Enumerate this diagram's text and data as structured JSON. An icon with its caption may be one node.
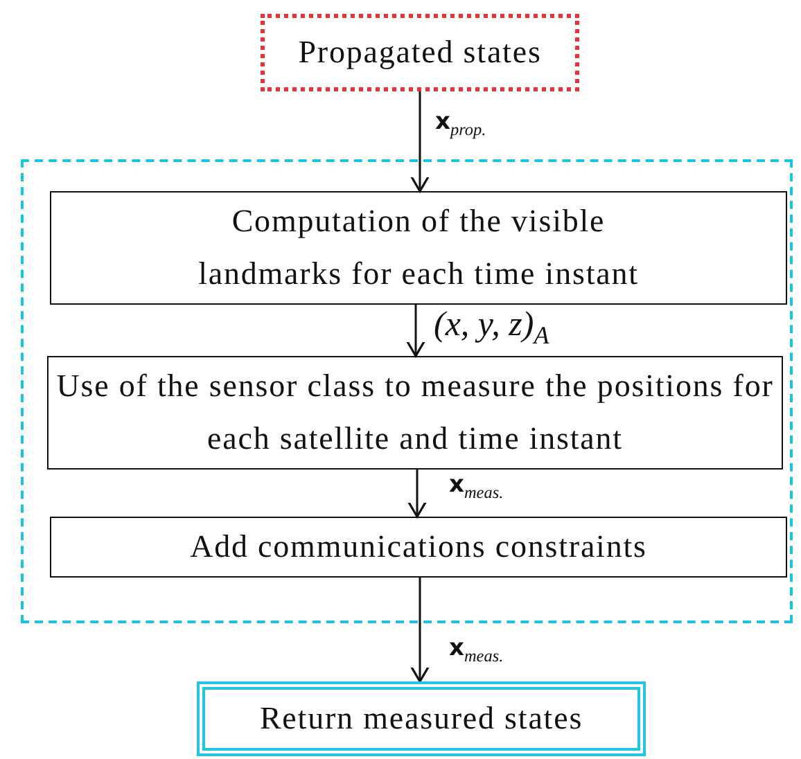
{
  "diagram": {
    "nodes": [
      {
        "text": [
          "Propagated states"
        ]
      },
      {
        "text": [],
        "shape": "box"
      },
      {
        "text": [
          "Computation of the visible landmarks for each time instant"
        ],
        "in": 1
      },
      {
        "text": [
          "Use of the sensor class to measure the positions for each satellite and time instant"
        ],
        "in": 1
      },
      {
        "text": [
          "Add communications constraints"
        ],
        "in": 1
      },
      {
        "text": [
          "Return measured states"
        ]
      }
    ],
    "edges": [
      {
        "from": 0,
        "to": 2,
        "arrow": "to",
        "label": "**x**$_{prop.}$"
      },
      {
        "from": 2,
        "to": 3,
        "arrow": "to",
        "label": "(x, y, z)$_{A}$"
      },
      {
        "from": 3,
        "to": 4,
        "arrow": "to",
        "label": "**x**$_{meas.}$"
      },
      {
        "from": 4,
        "to": 5,
        "arrow": "to",
        "label": "**x**$_{meas.}$"
      }
    ]
  }
}
